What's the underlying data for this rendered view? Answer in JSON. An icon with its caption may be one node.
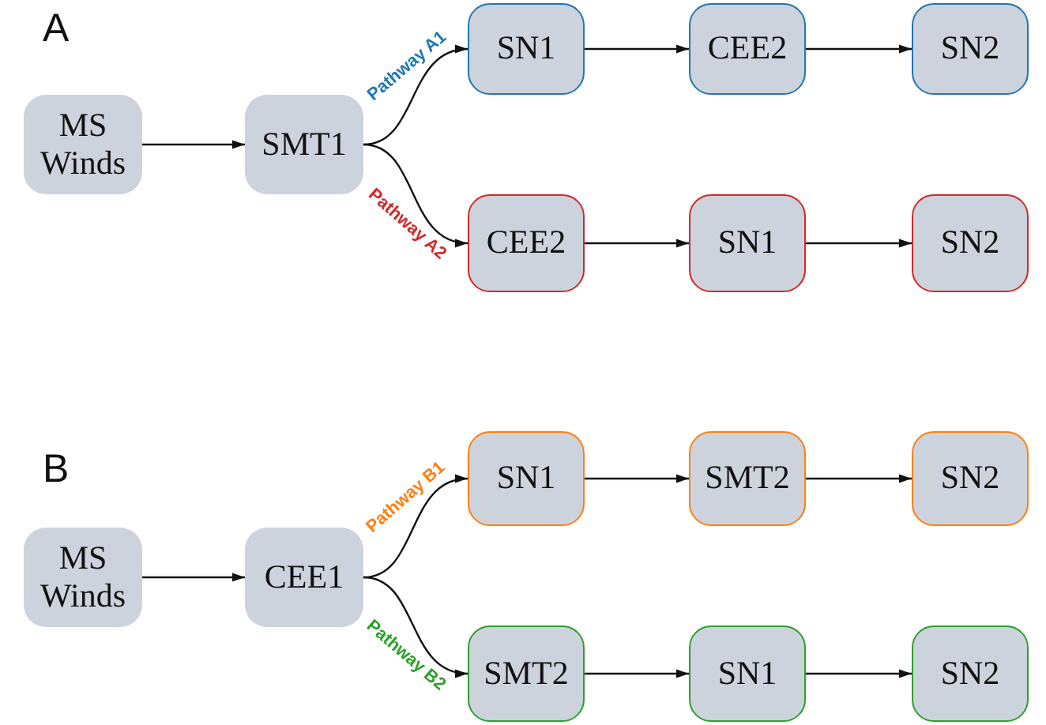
{
  "diagram": {
    "nodes": [
      {
        "text": [
          "MS Winds"
        ]
      },
      {
        "text": [
          "SMT1"
        ]
      },
      {
        "text": [
          "SN1"
        ]
      },
      {
        "text": [
          "CEE2"
        ]
      },
      {
        "text": [
          "SN2"
        ]
      },
      {
        "text": [
          "CEE2"
        ]
      },
      {
        "text": [
          "SN1"
        ]
      },
      {
        "text": [
          "SN2"
        ]
      },
      {
        "text": [
          "MS Winds"
        ]
      },
      {
        "text": [
          "CEE1"
        ]
      },
      {
        "text": [
          "SN1"
        ]
      },
      {
        "text": [
          "SMT2"
        ]
      },
      {
        "text": [
          "SN2"
        ]
      },
      {
        "text": [
          "SMT2"
        ]
      },
      {
        "text": [
          "SN1"
        ]
      },
      {
        "text": [
          "SN2"
        ]
      }
    ],
    "edges": [
      {
        "from": 0,
        "to": 1,
        "arrow": "to"
      },
      {
        "from": 1,
        "to": 2,
        "arrow": "to",
        "label": "Pathway A1"
      },
      {
        "from": 2,
        "to": 3,
        "arrow": "to"
      },
      {
        "from": 3,
        "to": 4,
        "arrow": "to"
      },
      {
        "from": 1,
        "to": 5,
        "arrow": "to",
        "label": "Pathway A2"
      },
      {
        "from": 5,
        "to": 6,
        "arrow": "to"
      },
      {
        "from": 6,
        "to": 7,
        "arrow": "to"
      },
      {
        "from": 8,
        "to": 9,
        "arrow": "to"
      },
      {
        "from": 9,
        "to": 10,
        "arrow": "to",
        "label": "Pathway B1"
      },
      {
        "from": 10,
        "to": 11,
        "arrow": "to"
      },
      {
        "from": 11,
        "to": 12,
        "arrow": "to"
      },
      {
        "from": 9,
        "to": 13,
        "arrow": "to",
        "label": "Pathway B2"
      },
      {
        "from": 13,
        "to": 14,
        "arrow": "to"
      },
      {
        "from": 14,
        "to": 15,
        "arrow": "to"
      }
    ],
    "labels": [
      "A",
      "B"
    ]
  }
}
